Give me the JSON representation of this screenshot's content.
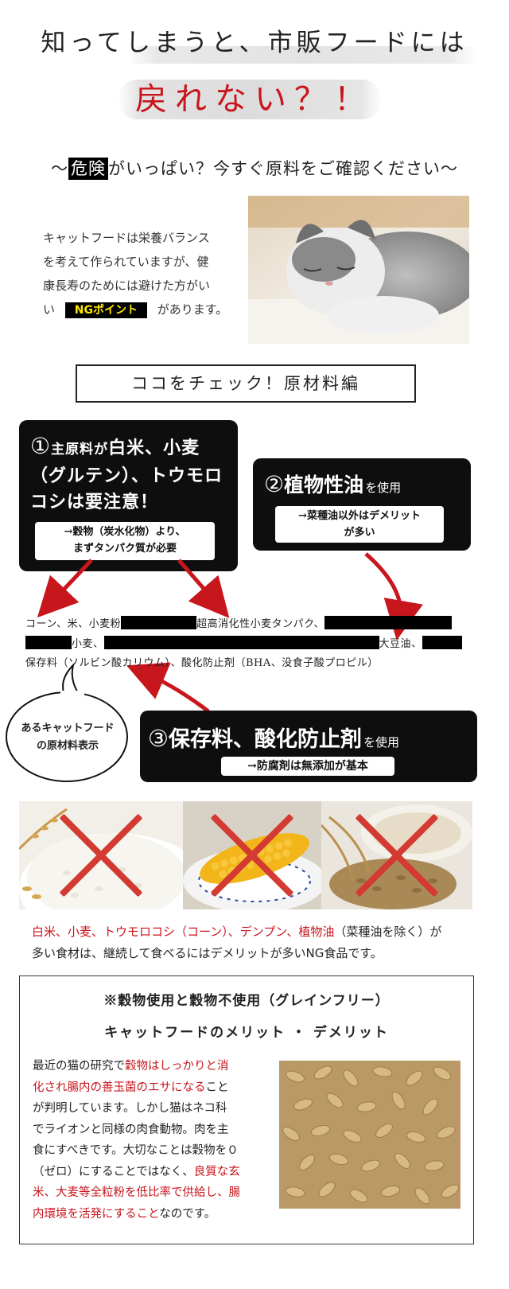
{
  "header": {
    "line1": "知ってしまうと、市販フードには",
    "line2": "戻れない？！"
  },
  "subtitle": {
    "prefix": "〜",
    "danger": "危険",
    "rest": "がいっぱい？今すぐ原料をご確認ください〜"
  },
  "intro": {
    "line1": "キャットフードは栄養バランス",
    "line2": "を考えて作られていますが、健",
    "line3": "康長寿のためには避けた方がい",
    "line4_pre": "い",
    "badge": "NGポイント",
    "line4_post": "があります。"
  },
  "check_button": "ココをチェック！原材料編",
  "point1": {
    "num": "①",
    "title_a": "主原料が",
    "title_b": "白米、小麦",
    "title_c": "（グルテン）、トウモロ",
    "title_d": "コシは要注意！",
    "note1": "→穀物（炭水化物）より、",
    "note2": "まずタンパク質が必要"
  },
  "point2": {
    "num": "②",
    "title": "植物性油",
    "suffix": "を使用",
    "note1": "→菜種油以外はデメリット",
    "note2": "が多い"
  },
  "point3": {
    "num": "③",
    "title": "保存料、酸化防止剤",
    "suffix": "を使用",
    "note": "→防腐剤は無添加が基本"
  },
  "ingredients": {
    "l1a": "コーン、米、小麦粉",
    "l1b": "超高消化性小麦タンパク、",
    "l2a": "小麦、",
    "l2b": "大豆油、",
    "l3": "保存料（ソルビン酸カリウム）、酸化防止剤（BHA、没食子酸プロピル）"
  },
  "bubble": {
    "line1": "あるキャットフード",
    "line2": "の原材料表示"
  },
  "ng_foods": {
    "red_part": "白米、小麦、トウモロコシ（コーン）、デンプン、植物油",
    "black_part1": "（菜種油を除く）が",
    "line2": "多い食材は、継続して食べるにはデメリットが多いNG食品です。"
  },
  "grain_box": {
    "title1": "※穀物使用と穀物不使用（グレインフリー）",
    "title2": "キャットフードのメリット ・ デメリット",
    "t1": "最近の猫の研究で",
    "r1": "穀物はしっかりと消",
    "r2": "化され腸内の善玉菌のエサになる",
    "t2": "こと",
    "t3": "が判明しています。しかし猫はネコ科",
    "t4": "でライオンと同様の肉食動物。肉を主",
    "t5": "食にすべきです。大切なことは穀物を０",
    "t6": "（ゼロ）にすることではなく、",
    "r3": "良質な玄",
    "r4": "米、大麦等全粒粉を低比率で供給し、腸",
    "r5": "内環境を活発にすること",
    "t7": "なのです。"
  },
  "colors": {
    "accent_red": "#c8161d",
    "badge_yellow": "#ffe600",
    "box_black": "#0e0e0e",
    "x_red": "#d23a32"
  }
}
